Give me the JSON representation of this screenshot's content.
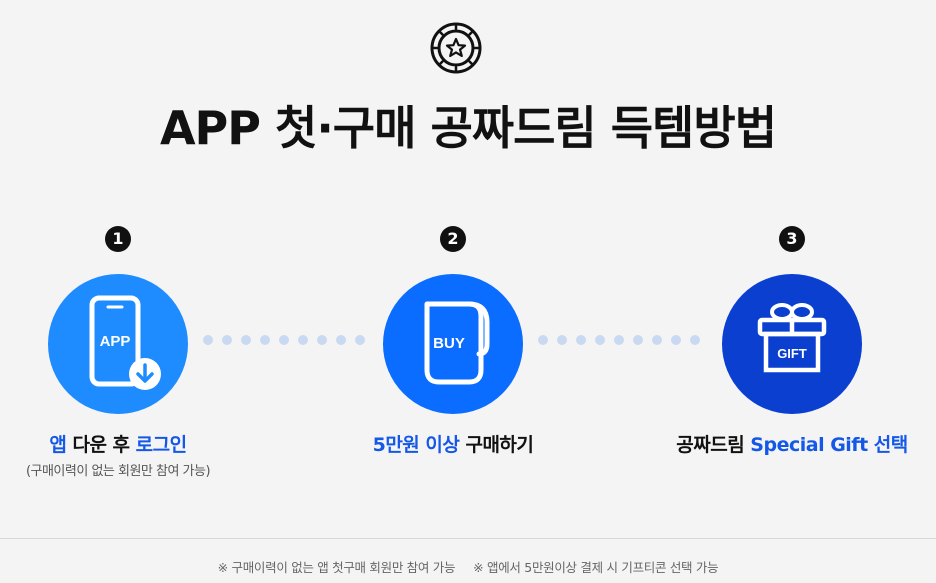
{
  "header": {
    "icon": "star-badge-icon",
    "title": "APP 첫·구매 공짜드림 득템방법"
  },
  "steps": [
    {
      "number": "1",
      "icon": "phone-download-icon",
      "icon_text": "APP",
      "label_blue_1": "앱",
      "label_plain": " 다운 후 ",
      "label_blue_2": "로그인",
      "sub": "(구매이력이 없는 회원만 참여 가능)"
    },
    {
      "number": "2",
      "icon": "receipt-buy-icon",
      "icon_text": "BUY",
      "label_blue": "5만원 이상",
      "label_plain": " 구매하기"
    },
    {
      "number": "3",
      "icon": "gift-box-icon",
      "icon_text": "GIFT",
      "label_plain": "공짜드림 ",
      "label_blue": "Special Gift 선택"
    }
  ],
  "footer": {
    "note_1": "※ 구매이력이 없는 앱 첫구매 회원만 참여 가능",
    "note_2": "※ 앱에서 5만원이상 결제 시 기프티콘 선택 가능"
  },
  "colors": {
    "background": "#f4f4f4",
    "accent_blue": "#1458e8",
    "circle_1": "#1e8cff",
    "circle_2": "#0b6dff",
    "circle_3": "#0a3fd0",
    "dots": "#c9d9f2"
  }
}
